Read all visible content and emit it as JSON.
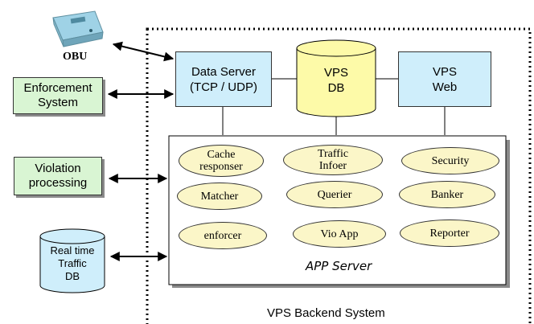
{
  "obu": {
    "label": "OBU"
  },
  "external": {
    "enforcement": [
      "Enforcement",
      "System"
    ],
    "violation": [
      "Violation",
      "processing"
    ],
    "realtime_db": [
      "Real time",
      "Traffic",
      "DB"
    ]
  },
  "backend": {
    "title": "VPS Backend System",
    "data_server": [
      "Data Server",
      "(TCP / UDP)"
    ],
    "vps_db": [
      "VPS",
      "DB"
    ],
    "vps_web": [
      "VPS",
      "Web"
    ],
    "app_server": {
      "title": "APP Server",
      "modules": {
        "cache": [
          "Cache",
          "responser"
        ],
        "traffic": [
          "Traffic",
          "Infoer"
        ],
        "security": [
          "Security"
        ],
        "matcher": [
          "Matcher"
        ],
        "querier": [
          "Querier"
        ],
        "banker": [
          "Banker"
        ],
        "enforcer": [
          "enforcer"
        ],
        "vioapp": [
          "Vio App"
        ],
        "reporter": [
          "Reporter"
        ]
      }
    }
  },
  "colors": {
    "external_box": "#d9f5d3",
    "server_box": "#cfeefb",
    "cylinder": "#fdfaa8",
    "module_oval": "#fbf6c8",
    "realtime_db": "#cfeefb"
  }
}
